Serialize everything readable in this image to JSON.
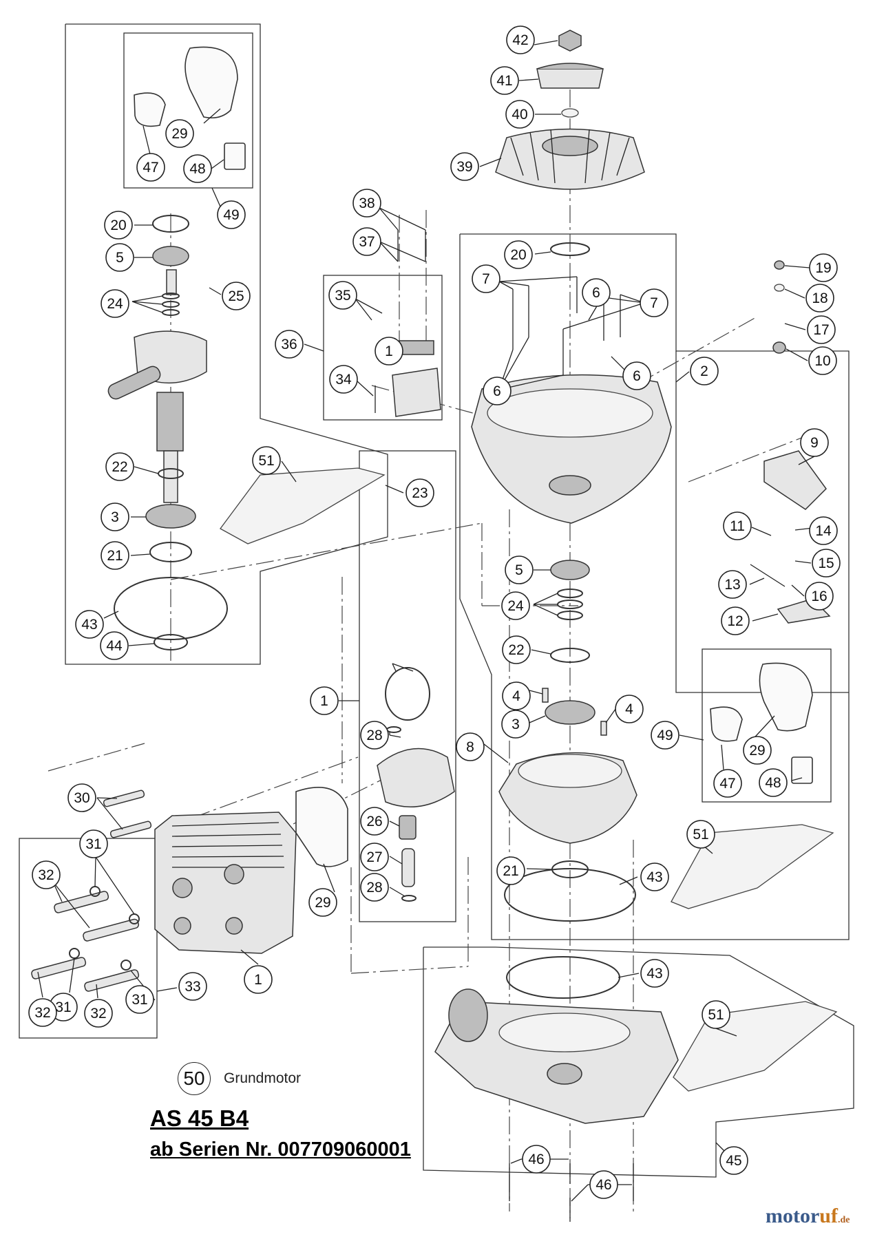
{
  "title": "AS 45 B4",
  "subtitle": "ab Serien Nr. 007709060001",
  "legend": {
    "number": "50",
    "label": "Grundmotor"
  },
  "brand": {
    "name_main": "motor",
    "name_mark": "uf",
    "tld": ".de"
  },
  "callouts": [
    {
      "id": "c42",
      "label": "42"
    },
    {
      "id": "c41",
      "label": "41"
    },
    {
      "id": "c40",
      "label": "40"
    },
    {
      "id": "c39",
      "label": "39"
    },
    {
      "id": "c38",
      "label": "38"
    },
    {
      "id": "c37",
      "label": "37"
    },
    {
      "id": "c35",
      "label": "35"
    },
    {
      "id": "c36",
      "label": "36"
    },
    {
      "id": "c34",
      "label": "34"
    },
    {
      "id": "c20b",
      "label": "20"
    },
    {
      "id": "c7a",
      "label": "7"
    },
    {
      "id": "c6a",
      "label": "6"
    },
    {
      "id": "c7b",
      "label": "7"
    },
    {
      "id": "c6b",
      "label": "6"
    },
    {
      "id": "c6c",
      "label": "6"
    },
    {
      "id": "c2",
      "label": "2"
    },
    {
      "id": "c19",
      "label": "19"
    },
    {
      "id": "c18",
      "label": "18"
    },
    {
      "id": "c17",
      "label": "17"
    },
    {
      "id": "c10",
      "label": "10"
    },
    {
      "id": "c9",
      "label": "9"
    },
    {
      "id": "c11",
      "label": "11"
    },
    {
      "id": "c14",
      "label": "14"
    },
    {
      "id": "c15",
      "label": "15"
    },
    {
      "id": "c13",
      "label": "13"
    },
    {
      "id": "c16",
      "label": "16"
    },
    {
      "id": "c12",
      "label": "12"
    },
    {
      "id": "c29a",
      "label": "29"
    },
    {
      "id": "c47a",
      "label": "47"
    },
    {
      "id": "c48a",
      "label": "48"
    },
    {
      "id": "c49a",
      "label": "49"
    },
    {
      "id": "c20a",
      "label": "20"
    },
    {
      "id": "c5a",
      "label": "5"
    },
    {
      "id": "c24a",
      "label": "24"
    },
    {
      "id": "c25",
      "label": "25"
    },
    {
      "id": "c22a",
      "label": "22"
    },
    {
      "id": "c51a",
      "label": "51"
    },
    {
      "id": "c23",
      "label": "23"
    },
    {
      "id": "c3a",
      "label": "3"
    },
    {
      "id": "c21a",
      "label": "21"
    },
    {
      "id": "c43a",
      "label": "43"
    },
    {
      "id": "c44",
      "label": "44"
    },
    {
      "id": "c5b",
      "label": "5"
    },
    {
      "id": "c24b",
      "label": "24"
    },
    {
      "id": "c22b",
      "label": "22"
    },
    {
      "id": "c4a",
      "label": "4"
    },
    {
      "id": "c4b",
      "label": "4"
    },
    {
      "id": "c3b",
      "label": "3"
    },
    {
      "id": "c8",
      "label": "8"
    },
    {
      "id": "c49b",
      "label": "49"
    },
    {
      "id": "c29b",
      "label": "29"
    },
    {
      "id": "c47b",
      "label": "47"
    },
    {
      "id": "c48b",
      "label": "48"
    },
    {
      "id": "c51b",
      "label": "51"
    },
    {
      "id": "c21b",
      "label": "21"
    },
    {
      "id": "c43b",
      "label": "43"
    },
    {
      "id": "c1a",
      "label": "1"
    },
    {
      "id": "c1b",
      "label": "1"
    },
    {
      "id": "c28a",
      "label": "28"
    },
    {
      "id": "c26",
      "label": "26"
    },
    {
      "id": "c27",
      "label": "27"
    },
    {
      "id": "c28b",
      "label": "28"
    },
    {
      "id": "c30",
      "label": "30"
    },
    {
      "id": "c31a",
      "label": "31"
    },
    {
      "id": "c32a",
      "label": "32"
    },
    {
      "id": "c29c",
      "label": "29"
    },
    {
      "id": "c1c",
      "label": "1"
    },
    {
      "id": "c31b",
      "label": "31"
    },
    {
      "id": "c33",
      "label": "33"
    },
    {
      "id": "c32b",
      "label": "32"
    },
    {
      "id": "c32c",
      "label": "32"
    },
    {
      "id": "c31c",
      "label": "31"
    },
    {
      "id": "c43c",
      "label": "43"
    },
    {
      "id": "c51c",
      "label": "51"
    },
    {
      "id": "c45",
      "label": "45"
    },
    {
      "id": "c46a",
      "label": "46"
    },
    {
      "id": "c46b",
      "label": "46"
    }
  ]
}
